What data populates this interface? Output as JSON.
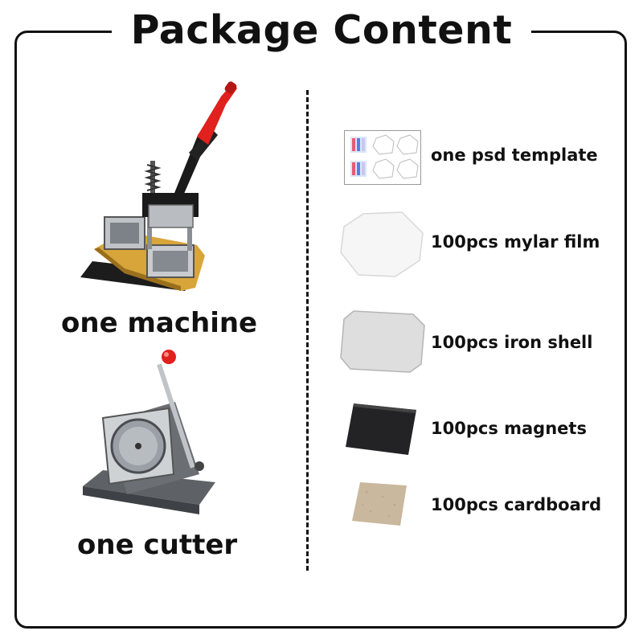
{
  "title": "Package Content",
  "left_items": [
    {
      "label": "one machine",
      "icon": "button-press-machine-icon"
    },
    {
      "label": "one cutter",
      "icon": "circle-cutter-icon"
    }
  ],
  "right_items": [
    {
      "label": "one psd template",
      "icon": "psd-template-icon"
    },
    {
      "label": "100pcs mylar film",
      "icon": "mylar-film-icon"
    },
    {
      "label": "100pcs iron shell",
      "icon": "iron-shell-icon"
    },
    {
      "label": "100pcs magnets",
      "icon": "magnet-sheet-icon"
    },
    {
      "label": "100pcs cardboard",
      "icon": "cardboard-icon"
    }
  ],
  "colors": {
    "frame": "#111111",
    "handle": "#e0211d",
    "base": "#d8a53a",
    "cutter": "#6b6f74"
  }
}
